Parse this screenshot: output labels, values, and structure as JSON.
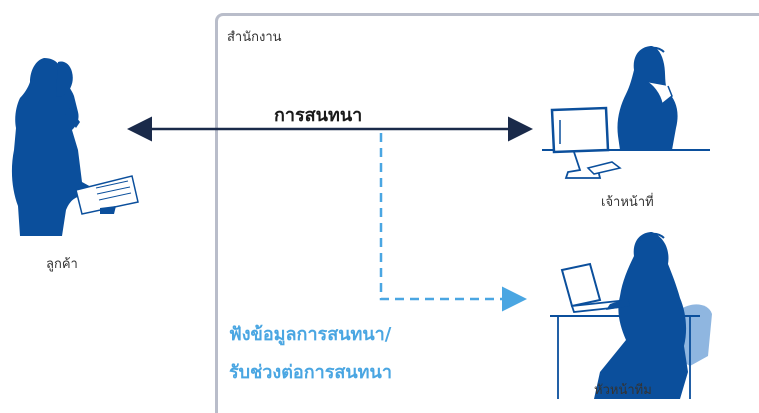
{
  "office": {
    "label": "สำนักงาน"
  },
  "customer": {
    "label": "ลูกค้า"
  },
  "agent": {
    "label": "เจ้าหน้าที่"
  },
  "team_leader": {
    "label": "หัวหน้าทีม"
  },
  "conversation": {
    "label": "การสนทนา"
  },
  "monitor": {
    "line1": "ฟังข้อมูลการสนทนา/",
    "line2": "รับช่วงต่อการสนทนา"
  },
  "colors": {
    "figure": "#0b4f9c",
    "accent": "#4aa6e2",
    "border": "#b9bdca",
    "chair": "#8fb6e0"
  }
}
